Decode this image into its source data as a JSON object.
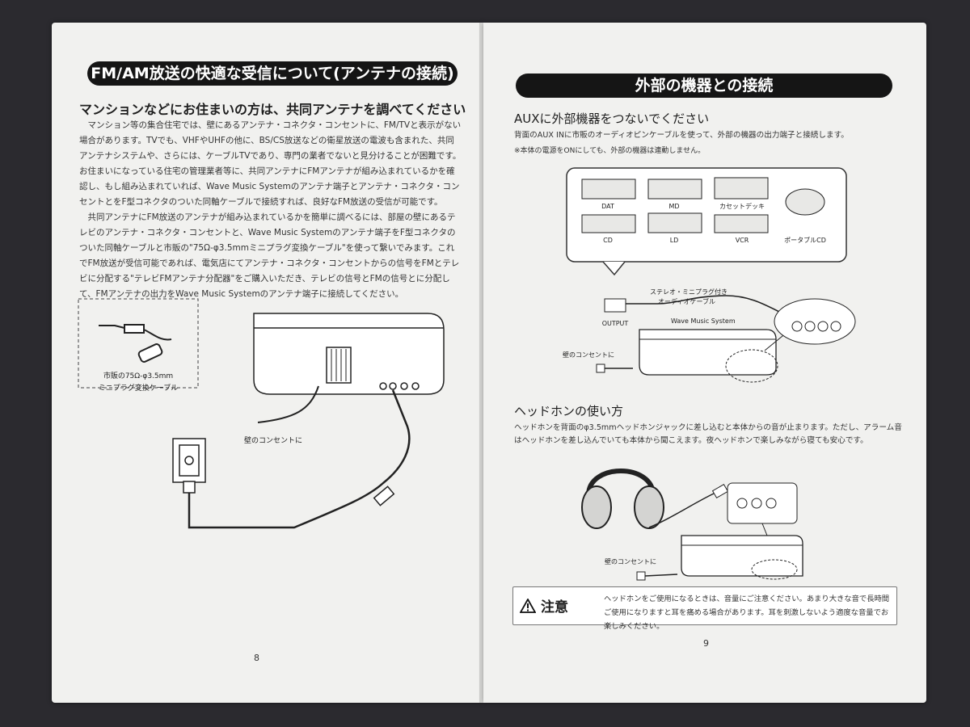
{
  "left_page": {
    "banner": "FM/AM放送の快適な受信について(アンテナの接続)",
    "heading": "マンションなどにお住まいの方は、共同アンテナを調べてください",
    "paragraph1": "マンション等の集合住宅では、壁にあるアンテナ・コネクタ・コンセントに、FM/TVと表示がない場合があります。TVでも、VHFやUHFの他に、BS/CS放送などの衛星放送の電波も含まれた、共同アンテナシステムや、さらには、ケーブルTVであり、専門の業者でないと見分けることが困難です。お住まいになっている住宅の管理業者等に、共同アンテナにFMアンテナが組み込まれているかを確認し、もし組み込まれていれば、Wave Music Systemのアンテナ端子とアンテナ・コネクタ・コンセントとをF型コネクタのついた同軸ケーブルで接続すれば、良好なFM放送の受信が可能です。",
    "paragraph2": "共同アンテナにFM放送のアンテナが組み込まれているかを簡単に調べるには、部屋の壁にあるテレビのアンテナ・コネクタ・コンセントと、Wave Music Systemのアンテナ端子をF型コネクタのついた同軸ケーブルと市販の\"75Ω-φ3.5mmミニプラグ変換ケーブル\"を使って繋いでみます。これでFM放送が受信可能であれば、電気店にてアンテナ・コネクタ・コンセントからの信号をFMとテレビに分配する\"テレビFMアンテナ分配器\"をご購入いただき、テレビの信号とFMの信号とに分配して、FMアンテナの出力をWave Music Systemのアンテナ端子に接続してください。",
    "diagram": {
      "cable_caption_line1": "市販の75Ω-φ3.5mm",
      "cable_caption_line2": "ミニプラグ変換ケーブル",
      "wall_outlet": "壁のコンセントに"
    },
    "page_number": "8"
  },
  "right_page": {
    "banner": "外部の機器との接続",
    "aux": {
      "heading": "AUXに外部機器をつないでください",
      "text": "背面のAUX INに市販のオーディオピンケーブルを使って、外部の機器の出力端子と接続します。",
      "note": "※本体の電源をONにしても、外部の機器は連動しません。",
      "devices": [
        "DAT",
        "MD",
        "カセットデッキ",
        "CD",
        "LD",
        "VCR",
        "ポータブルCD"
      ],
      "cable_label_line1": "ステレオ・ミニプラグ付き",
      "cable_label_line2": "オーディオケーブル",
      "output_label": "OUTPUT",
      "system_label": "Wave Music System",
      "wall_outlet": "壁のコンセントに"
    },
    "headphones": {
      "heading": "ヘッドホンの使い方",
      "text": "ヘッドホンを背面のφ3.5mmヘッドホンジャックに差し込むと本体からの音が止まります。ただし、アラーム音はヘッドホンを差し込んでいても本体から聞こえます。夜ヘッドホンで楽しみながら寝ても安心です。",
      "wall_outlet": "壁のコンセントに"
    },
    "caution": {
      "title": "注意",
      "text": "ヘッドホンをご使用になるときは、音量にご注意ください。あまり大きな音で長時間ご使用になりますと耳を痛める場合があります。耳を刺激しないよう適度な音量でお楽しみください。"
    },
    "page_number": "9"
  },
  "colors": {
    "background": "#2b2a2f",
    "paper": "#f1f1ef",
    "banner": "#151515"
  }
}
